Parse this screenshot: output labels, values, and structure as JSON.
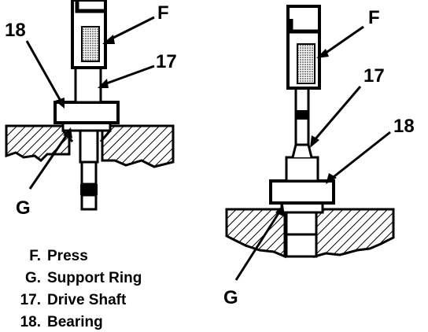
{
  "callouts": {
    "left": {
      "bearing": "18",
      "press": "F",
      "drive_shaft": "17",
      "support_ring": "G"
    },
    "right": {
      "press": "F",
      "drive_shaft": "17",
      "bearing": "18",
      "support_ring": "G"
    }
  },
  "legend": [
    {
      "key": "F.",
      "text": "Press"
    },
    {
      "key": "G.",
      "text": "Support Ring"
    },
    {
      "key": "17.",
      "text": "Drive Shaft"
    },
    {
      "key": "18.",
      "text": "Bearing"
    }
  ]
}
